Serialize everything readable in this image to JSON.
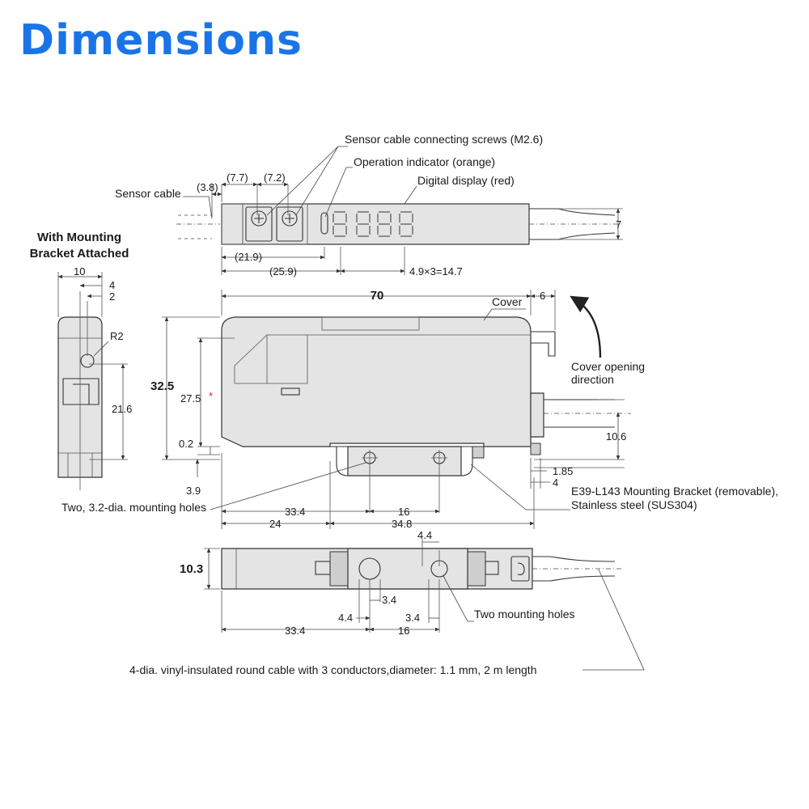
{
  "title": "Dimensions",
  "side_view": {
    "heading_line1": "With Mounting",
    "heading_line2": "Bracket Attached",
    "dims": {
      "width": "10",
      "d4": "4",
      "d2": "2",
      "radius": "R2",
      "height": "21.6"
    }
  },
  "top_view": {
    "callouts": {
      "screws": "Sensor cable connecting screws (M2.6)",
      "indicator": "Operation indicator (orange)",
      "display": "Digital display (red)",
      "sensor_cable": "Sensor cable"
    },
    "dims": {
      "d3_8": "(3.8)",
      "d7_7": "(7.7)",
      "d7_2": "(7.2)",
      "d21_9": "(21.9)",
      "d25_9": "(25.9)",
      "pitch": "4.9×3=14.7",
      "d7": "7"
    }
  },
  "front_view": {
    "callouts": {
      "cover": "Cover",
      "cover_dir_1": "Cover opening",
      "cover_dir_2": "direction",
      "holes": "Two, 3.2-dia. mounting holes",
      "bracket_1": "E39-L143 Mounting Bracket (removable),",
      "bracket_2": "Stainless steel (SUS304)"
    },
    "dims": {
      "length": "70",
      "d6": "6",
      "height": "32.5",
      "d27_5": "27.5",
      "asterisk": "*",
      "d0_2": "0.2",
      "d3_9": "3.9",
      "d10_6": "10.6",
      "d1_85": "1.85",
      "d4": "4",
      "d33_4": "33.4",
      "d16": "16",
      "d24": "24",
      "d34_8": "34.8"
    }
  },
  "bottom_view": {
    "callouts": {
      "holes": "Two mounting holes"
    },
    "dims": {
      "height": "10.3",
      "d4_4_top": "4.4",
      "d3_4_top": "3.4",
      "d4_4": "4.4",
      "d3_4": "3.4",
      "d33_4": "33.4",
      "d16": "16"
    }
  },
  "cable_note": "4-dia. vinyl-insulated round cable with 3 conductors,diameter: 1.1 mm, 2 m length",
  "colors": {
    "title": "#1a74e8",
    "asterisk": "#d0202a",
    "body": "#e4e4e4",
    "line": "#333333"
  }
}
